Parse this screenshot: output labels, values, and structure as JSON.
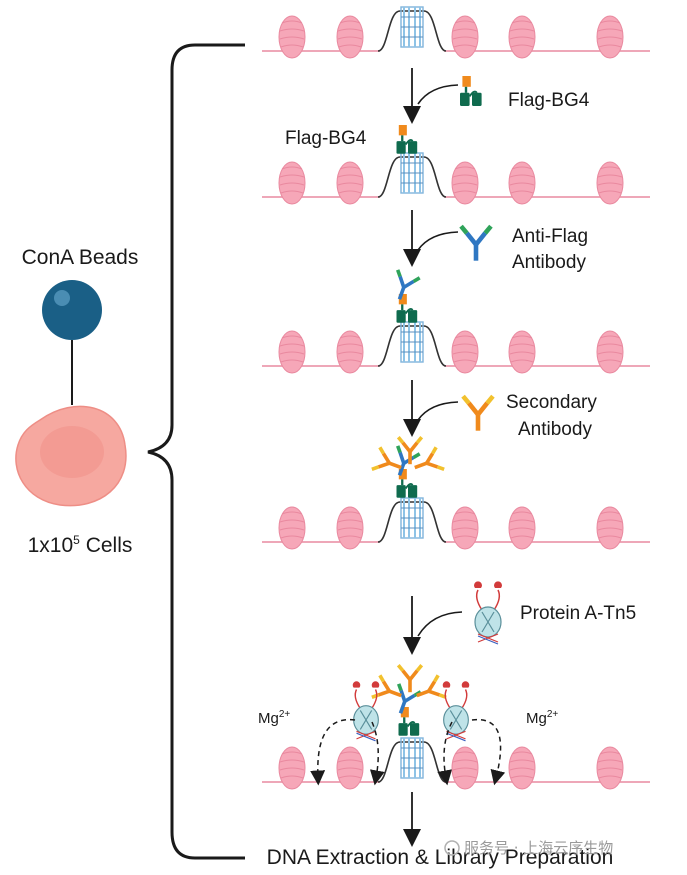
{
  "left": {
    "beads_label": "ConA Beads",
    "cells_prefix": "1x10",
    "cells_exponent": "5",
    "cells_suffix": " Cells",
    "colors": {
      "bead": "#1a5f86",
      "cell": "#f6a8a0"
    }
  },
  "steps": [
    {
      "reagent": "Flag-BG4",
      "bound_label": "Flag-BG4",
      "icon": "flag-bg4-icon"
    },
    {
      "reagent_line1": "Anti-Flag",
      "reagent_line2": "Antibody",
      "icon": "antibody-icon"
    },
    {
      "reagent_line1": "Secondary",
      "reagent_line2": "Antibody",
      "icon": "secondary-antibody-icon"
    },
    {
      "reagent": "Protein A-Tn5",
      "icon": "protein-a-tn5-icon"
    }
  ],
  "final": {
    "ion_left": "Mg",
    "ion_left_charge": "2+",
    "ion_right": "Mg",
    "ion_right_charge": "2+",
    "output_label": "DNA Extraction & Library Preparation"
  },
  "watermark": "服务号 · 上海云序生物",
  "colors": {
    "orange": "#f08a1c",
    "green": "#0f6b4e",
    "blue": "#3a7fc0",
    "light_blue": "#8ec3e6",
    "nucleosome": "#f6a7b8",
    "tn5": "#bfe3e8",
    "red": "#d23b3b"
  }
}
